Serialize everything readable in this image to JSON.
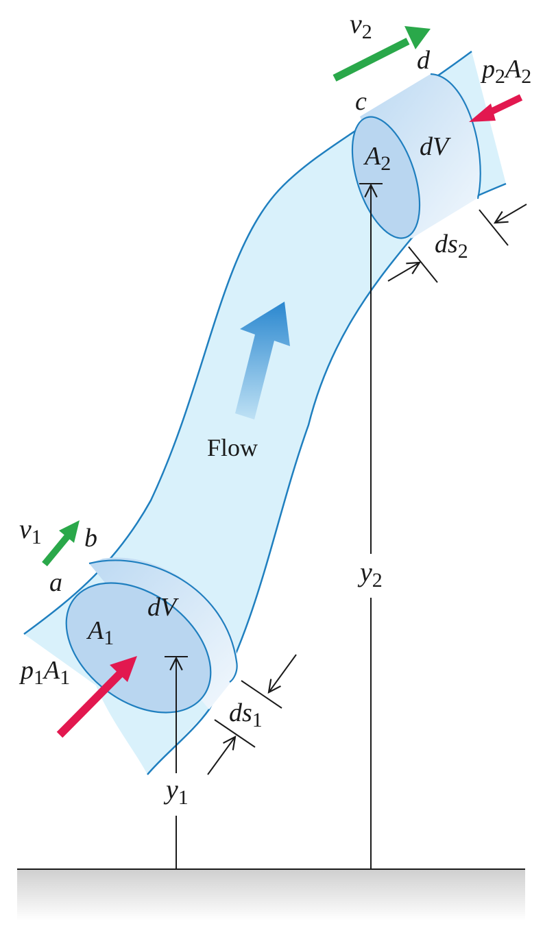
{
  "labels": {
    "flow": "Flow",
    "v2": "v",
    "v2_sub": "2",
    "d": "d",
    "c": "c",
    "p2": "p",
    "p2_sub": "2",
    "A2_after_p2": "A",
    "A2_after_p2_sub": "2",
    "A2": "A",
    "A2_sub": "2",
    "dV_top": "dV",
    "ds2": "ds",
    "ds2_sub": "2",
    "v1": "v",
    "v1_sub": "1",
    "b": "b",
    "a": "a",
    "dV_bottom": "dV",
    "A1": "A",
    "A1_sub": "1",
    "p1": "p",
    "p1_sub": "1",
    "A1_after_p1": "A",
    "A1_after_p1_sub": "1",
    "ds1": "ds",
    "ds1_sub": "1",
    "y1": "y",
    "y1_sub": "1",
    "y2": "y",
    "y2_sub": "2"
  },
  "colors": {
    "tube_outline": "#1f7fbf",
    "tube_fill": "#d9f1fb",
    "velocity_arrow": "#2aa84a",
    "pressure_arrow": "#e2184f",
    "flow_arrow": "#2a87cf",
    "ground": "#d9d9d9"
  }
}
